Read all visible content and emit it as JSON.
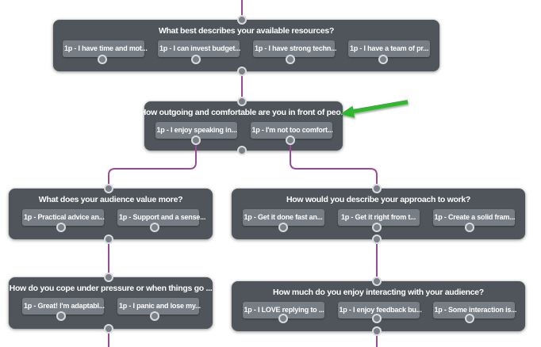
{
  "flowchart": {
    "connector_color": "#9a4a96",
    "node_color": "#4f555b",
    "button_color": "#767d85",
    "annotation": {
      "type": "arrow",
      "color": "#2db82d",
      "points_at": "How outgoing and comfortable are you in front of peo..."
    },
    "nodes": [
      {
        "title": "What best describes your available resources?",
        "answers": [
          "1p - I have time and mot...",
          "1p - I can invest budget...",
          "1p - I have strong techn...",
          "1p - I have a team of pr..."
        ]
      },
      {
        "title": "How outgoing and comfortable are you in front of peo...",
        "answers": [
          "1p - I enjoy speaking in...",
          "1p - I'm not too comfort..."
        ]
      },
      {
        "title": "What does your audience value more?",
        "answers": [
          "1p - Practical advice an...",
          "1p - Support and a sense..."
        ]
      },
      {
        "title": "How would you describe your approach to work?",
        "answers": [
          "1p - Get it done fast an...",
          "1p - Get it right from t...",
          "1p - Create a solid fram..."
        ]
      },
      {
        "title": "How do you cope under pressure or when things go ...",
        "answers": [
          "1p - Great! I'm adaptabl...",
          "1p - I panic and lose my..."
        ]
      },
      {
        "title": "How much do you enjoy interacting with your audience?",
        "answers": [
          "1p - I LOVE replying to ...",
          "1p - I enjoy feedback bu...",
          "1p - Some interaction is..."
        ]
      }
    ]
  }
}
